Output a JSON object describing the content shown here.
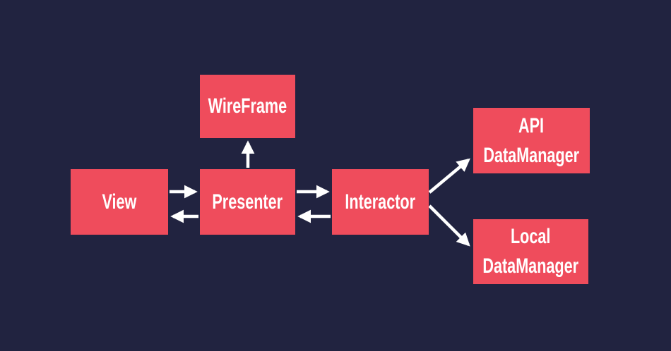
{
  "diagram": {
    "description": "VIPER architecture module diagram",
    "colors": {
      "background": "#212340",
      "node_fill": "#ef4c5c",
      "node_text": "#ffffff",
      "arrow": "#ffffff"
    },
    "nodes": {
      "view": {
        "label": "View"
      },
      "presenter": {
        "label": "Presenter"
      },
      "wireframe": {
        "label": "WireFrame"
      },
      "interactor": {
        "label": "Interactor"
      },
      "api_datamanager": {
        "line1": "API",
        "line2": "DataManager"
      },
      "local_datamanager": {
        "line1": "Local",
        "line2": "DataManager"
      }
    },
    "edges": [
      {
        "from": "view",
        "to": "presenter",
        "direction": "right"
      },
      {
        "from": "presenter",
        "to": "view",
        "direction": "left"
      },
      {
        "from": "presenter",
        "to": "wireframe",
        "direction": "up"
      },
      {
        "from": "presenter",
        "to": "interactor",
        "direction": "right"
      },
      {
        "from": "interactor",
        "to": "presenter",
        "direction": "left"
      },
      {
        "from": "interactor",
        "to": "api_datamanager",
        "direction": "up-right"
      },
      {
        "from": "interactor",
        "to": "local_datamanager",
        "direction": "down-right"
      }
    ]
  }
}
